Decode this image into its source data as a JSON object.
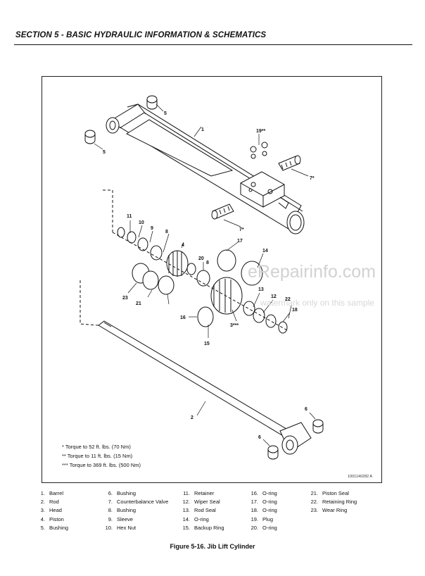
{
  "header": {
    "title": "SECTION 5 - BASIC HYDRAULIC INFORMATION & SCHEMATICS"
  },
  "figure": {
    "caption": "Figure 5-16.  Jib Lift Cylinder",
    "drawing_number": "1001140282 A",
    "notes": [
      "* Torque to 52 ft. lbs. (70 Nm)",
      "** Torque to 11 ft. lbs. (15 Nm)",
      "*** Torque to 369 ft. lbs. (500 Nm)"
    ],
    "callouts": [
      "1",
      "2",
      "3***",
      "4",
      "5",
      "5",
      "6",
      "6",
      "7*",
      "7*",
      "8",
      "8",
      "9",
      "10",
      "11",
      "12",
      "13",
      "14",
      "15",
      "16",
      "17",
      "18",
      "19**",
      "20",
      "21",
      "22",
      "23"
    ]
  },
  "watermark": {
    "line1": "eRepairinfo.com",
    "line2": "watermark only on this sample"
  },
  "legend": [
    [
      {
        "n": "1.",
        "t": "Barrel"
      },
      {
        "n": "2.",
        "t": "Rod"
      },
      {
        "n": "3.",
        "t": "Head"
      },
      {
        "n": "4.",
        "t": "Piston"
      },
      {
        "n": "5.",
        "t": "Bushing"
      }
    ],
    [
      {
        "n": "6.",
        "t": "Bushing"
      },
      {
        "n": "7.",
        "t": "Counterbalance Valve"
      },
      {
        "n": "8.",
        "t": "Bushing"
      },
      {
        "n": "9.",
        "t": "Sleeve"
      },
      {
        "n": "10.",
        "t": "Hex Nut"
      }
    ],
    [
      {
        "n": "11.",
        "t": "Retainer"
      },
      {
        "n": "12.",
        "t": "Wiper Seal"
      },
      {
        "n": "13.",
        "t": "Rod Seal"
      },
      {
        "n": "14.",
        "t": "O-ring"
      },
      {
        "n": "15.",
        "t": "Backup Ring"
      }
    ],
    [
      {
        "n": "16.",
        "t": "O-ring"
      },
      {
        "n": "17.",
        "t": "O-ring"
      },
      {
        "n": "18.",
        "t": "O-ring"
      },
      {
        "n": "19.",
        "t": "Plug"
      },
      {
        "n": "20.",
        "t": "O-ring"
      }
    ],
    [
      {
        "n": "21.",
        "t": "Piston Seal"
      },
      {
        "n": "22.",
        "t": "Retaining Ring"
      },
      {
        "n": "23.",
        "t": "Wear Ring"
      }
    ]
  ]
}
